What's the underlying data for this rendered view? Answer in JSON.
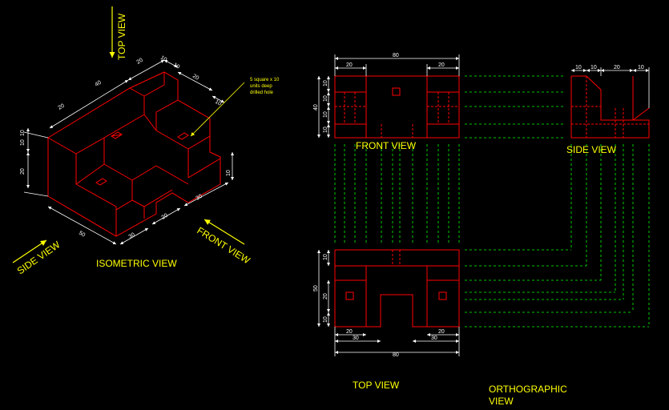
{
  "labels": {
    "top_view_arrow": "TOP VIEW",
    "side_view_arrow": "SIDE VIEW",
    "front_view_arrow": "FRONT VIEW",
    "isometric_view": "ISOMETRIC VIEW",
    "front_view": "FRONT VIEW",
    "side_view": "SIDE VIEW",
    "top_view": "TOP VIEW",
    "orthographic_line1": "ORTHOGRAPHIC",
    "orthographic_line2": "VIEW"
  },
  "note": {
    "line1": "5 square x 10",
    "line2": "units deep",
    "line3": "drilled hole"
  },
  "iso_dims": {
    "d20a": "20",
    "d10a": "10",
    "d40": "40",
    "d20b": "20",
    "d10b": "10",
    "d20c": "20",
    "d10c": "10",
    "d10d": "10",
    "d20d": "20",
    "d10e": "10",
    "d50": "50",
    "d30a": "30",
    "d20e": "20",
    "d30b": "30",
    "d10f": "10"
  },
  "front_dims": {
    "width": "80",
    "left": "20",
    "right": "20",
    "height": "40",
    "v10a": "10",
    "v10b": "10",
    "v10c": "10",
    "v10d": "10"
  },
  "side_dims": {
    "a": "10",
    "b": "10",
    "c": "20",
    "d": "10"
  },
  "top_dims": {
    "v10": "10",
    "v50": "50",
    "v20": "20",
    "v10b": "10",
    "h20a": "20",
    "h30a": "30",
    "h20b": "20",
    "h30b": "30",
    "width": "80"
  },
  "colors": {
    "background": "#000000",
    "object_lines": "#ff0000",
    "dimension_lines": "#ffffff",
    "projection_lines": "#00ff00",
    "labels": "#ffff00"
  }
}
